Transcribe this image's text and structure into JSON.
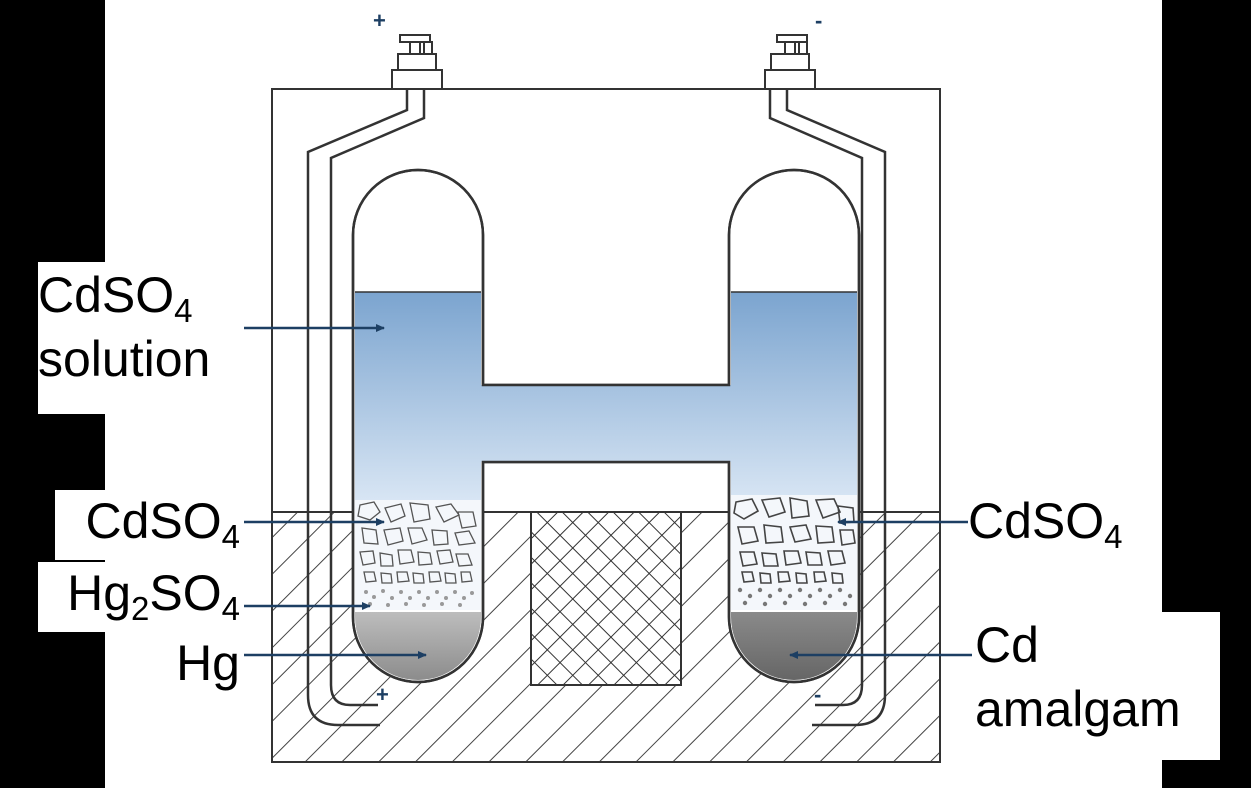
{
  "diagram": {
    "terminal_left_sign": "+",
    "terminal_right_sign": "-",
    "bottom_left_sign": "+",
    "bottom_right_sign": "-",
    "colors": {
      "solution_top": "#7ba4cf",
      "solution_bottom": "#dde9f6",
      "mercury": "#9d9d9d",
      "amalgam": "#7c7c7c",
      "arrow": "#1d3f63",
      "outline": "#333333"
    }
  },
  "labels": {
    "cdso4_solution": {
      "line1_base": "CdSO",
      "line1_sub": "4",
      "line2": "solution"
    },
    "cdso4_left": {
      "base": "CdSO",
      "sub": "4"
    },
    "hg2so4": {
      "base1": "Hg",
      "sub1": "2",
      "base2": "SO",
      "sub2": "4"
    },
    "hg": {
      "text": "Hg"
    },
    "cdso4_right": {
      "base": "CdSO",
      "sub": "4"
    },
    "cd_amalgam": {
      "line1": "Cd",
      "line2": "amalgam"
    }
  }
}
